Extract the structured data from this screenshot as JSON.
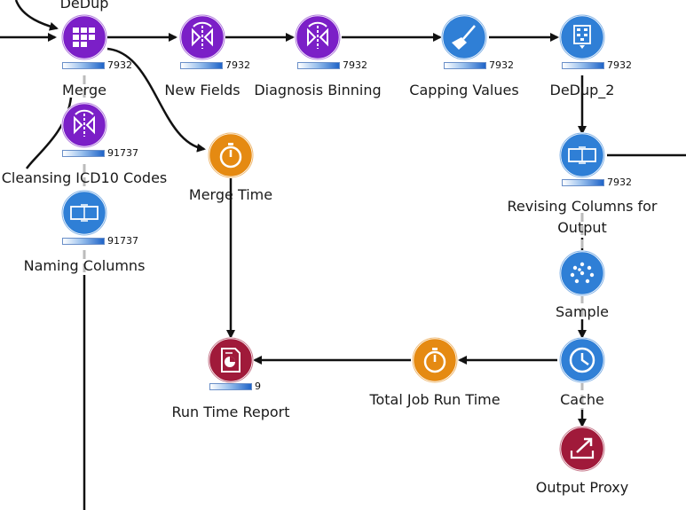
{
  "colors": {
    "purple": "#7b1fc7",
    "blue": "#2f7fd6",
    "orange": "#e58a12",
    "crimson": "#a01a3a",
    "edge": "#111111"
  },
  "nodes": [
    {
      "id": "merge",
      "label": "Merge",
      "count": "7932",
      "color": "purple",
      "icon": "merge-grid-icon"
    },
    {
      "id": "new-fields",
      "label": "New Fields",
      "count": "7932",
      "color": "purple",
      "icon": "formula-icon"
    },
    {
      "id": "diagnosis-binning",
      "label": "Diagnosis Binning",
      "count": "7932",
      "color": "purple",
      "icon": "formula-icon"
    },
    {
      "id": "capping-values",
      "label": "Capping Values",
      "count": "7932",
      "color": "blue",
      "icon": "broom-icon"
    },
    {
      "id": "dedup-2",
      "label": "DeDup_2",
      "count": "7932",
      "color": "blue",
      "icon": "dedup-icon"
    },
    {
      "id": "cleansing-icd10",
      "label": "Cleansing ICD10 Codes",
      "count": "91737",
      "color": "purple",
      "icon": "formula-icon"
    },
    {
      "id": "merge-time",
      "label": "Merge Time",
      "count": "",
      "color": "orange",
      "icon": "stopwatch-icon"
    },
    {
      "id": "revising-columns",
      "label": "Revising Columns for",
      "label2": "Output",
      "count": "7932",
      "color": "blue",
      "icon": "select-columns-icon"
    },
    {
      "id": "naming-columns",
      "label": "Naming Columns",
      "count": "91737",
      "color": "blue",
      "icon": "select-columns-icon"
    },
    {
      "id": "sample",
      "label": "Sample",
      "count": "",
      "color": "blue",
      "icon": "sample-dots-icon"
    },
    {
      "id": "run-time-report",
      "label": "Run Time Report",
      "count": "9",
      "color": "crimson",
      "icon": "report-icon"
    },
    {
      "id": "total-job-run-time",
      "label": "Total Job Run Time",
      "count": "",
      "color": "orange",
      "icon": "stopwatch-icon"
    },
    {
      "id": "cache",
      "label": "Cache",
      "count": "",
      "color": "blue",
      "icon": "clock-icon"
    },
    {
      "id": "output-proxy",
      "label": "Output Proxy",
      "count": "",
      "color": "crimson",
      "icon": "output-arrow-icon"
    }
  ],
  "partial_top_label": "DeDup"
}
